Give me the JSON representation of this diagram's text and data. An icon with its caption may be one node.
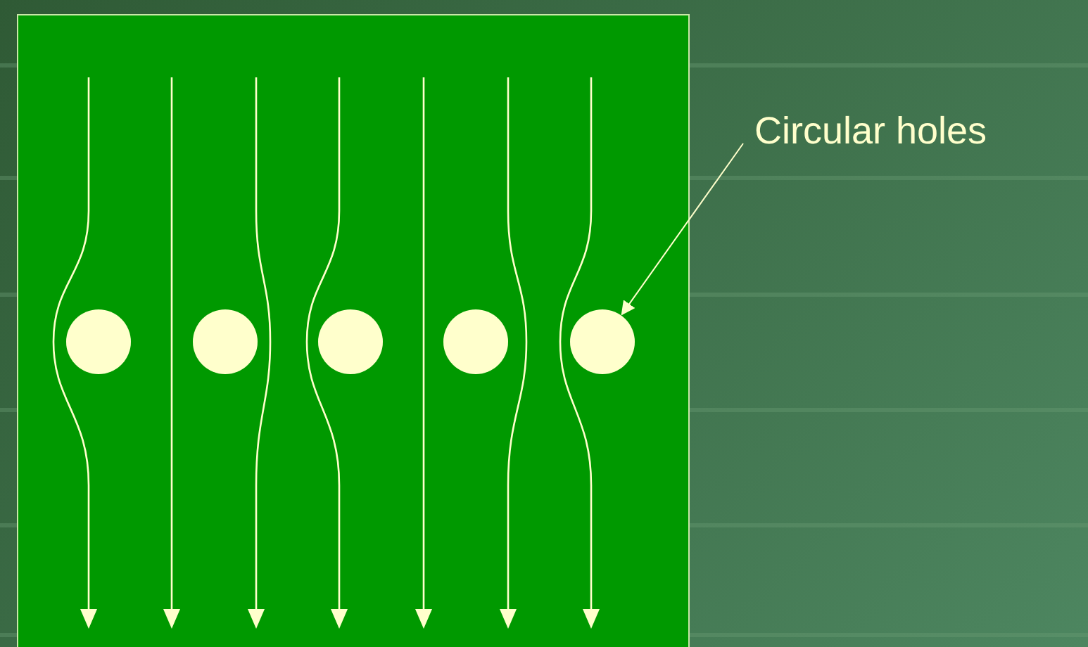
{
  "diagram": {
    "nodes": [
      {
        "text": [
          "Circular holes"
        ]
      },
      {
        "text": [],
        "shape": "circle"
      },
      {
        "text": [],
        "shape": "circle"
      },
      {
        "text": [],
        "shape": "circle"
      },
      {
        "text": [],
        "shape": "circle"
      },
      {
        "text": [],
        "shape": "circle"
      }
    ],
    "edges": [
      {
        "from": 0,
        "to": 5,
        "arrow": "to"
      }
    ]
  }
}
